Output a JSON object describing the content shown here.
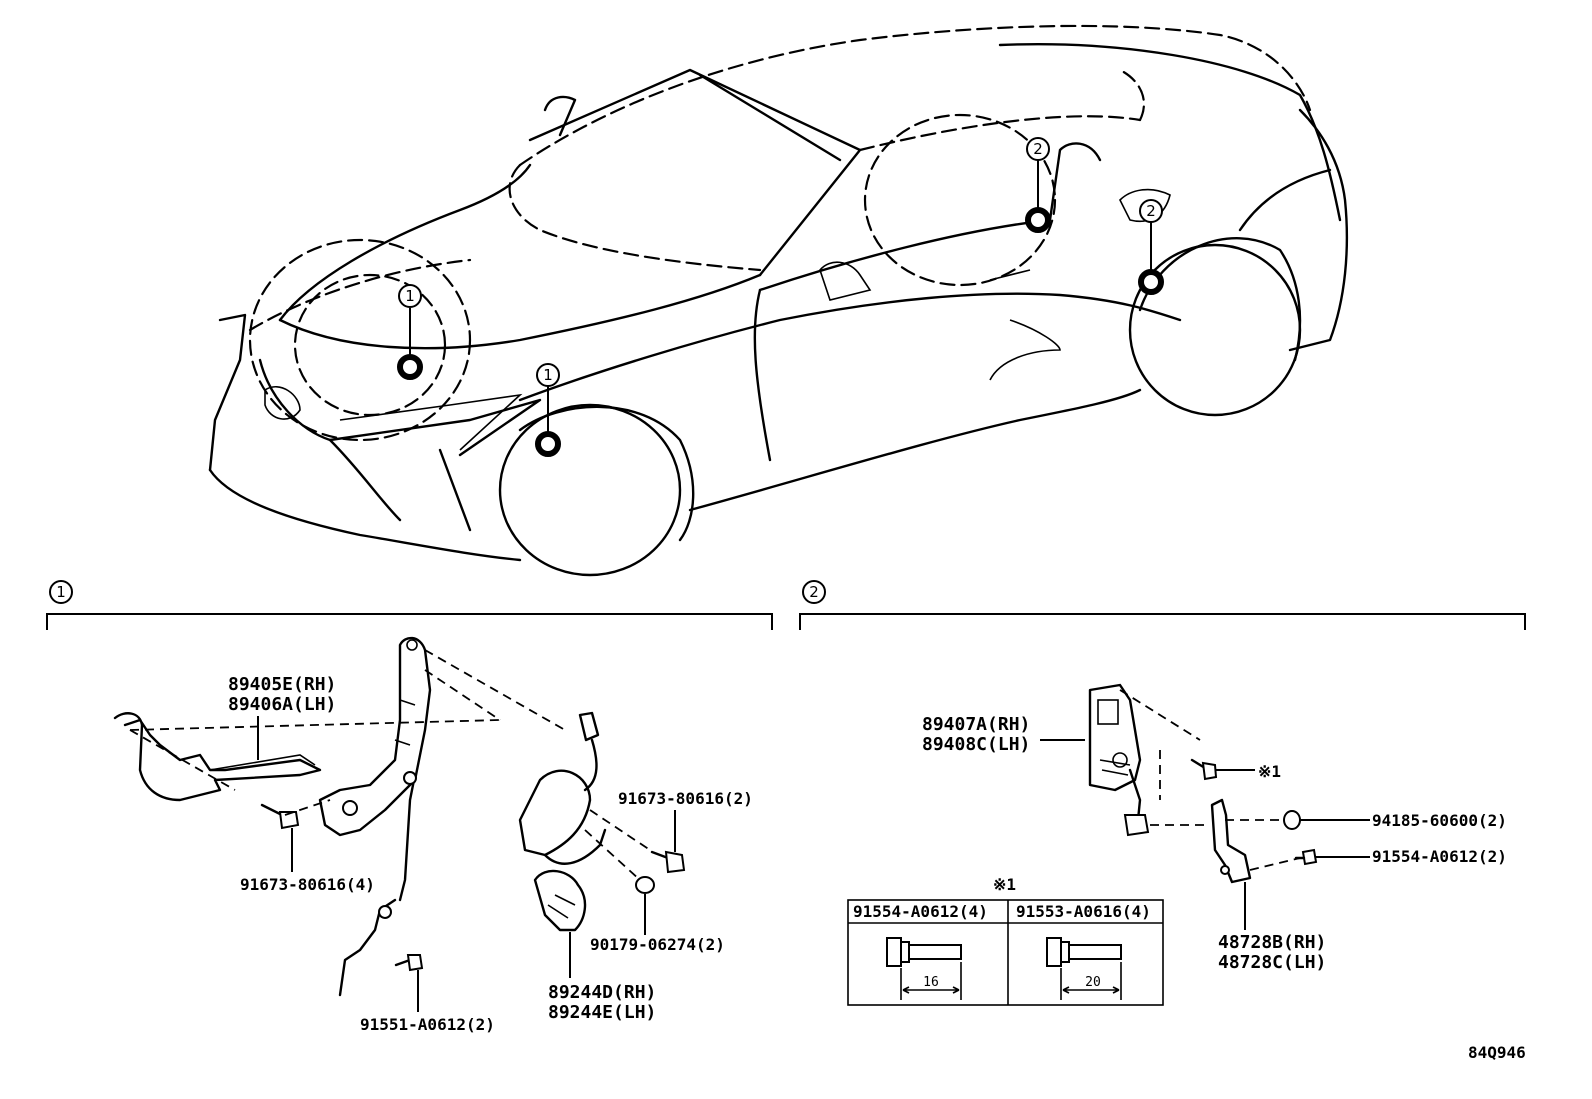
{
  "callouts": {
    "c1": "1",
    "c2": "2"
  },
  "parts": {
    "p89405E": "89405E(RH)",
    "p89406A": "89406A(LH)",
    "p91673_4": "91673-80616(4)",
    "p91551": "91551-A0612(2)",
    "p91673_2": "91673-80616(2)",
    "p90179": "90179-06274(2)",
    "p89244D": "89244D(RH)",
    "p89244E": "89244E(LH)",
    "p89407A": "89407A(RH)",
    "p89408C": "89408C(LH)",
    "ref1": "※1",
    "p94185": "94185-60600(2)",
    "p91554": "91554-A0612(2)",
    "p48728B": "48728B(RH)",
    "p48728C": "48728C(LH)"
  },
  "bolt_table": {
    "title": "※1",
    "col1_header": "91554-A0612(4)",
    "col2_header": "91553-A0616(4)",
    "col1_dim": "16",
    "col2_dim": "20"
  },
  "diagram_code": "84Q946",
  "icons": [
    "callout-circle-icon",
    "mount-point-icon",
    "bolt-icon",
    "nut-icon",
    "sensor-icon",
    "bracket-icon"
  ]
}
